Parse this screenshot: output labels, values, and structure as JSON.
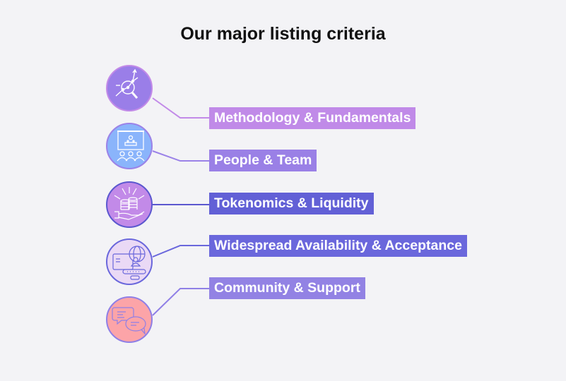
{
  "title": "Our major listing criteria",
  "criteria": [
    {
      "label": "Methodology & Fundamentals",
      "icon": "analysis-magnifier-icon",
      "label_color": "#c08ae8",
      "circle_fill": "#9a7ee8",
      "circle_border": "#c28ae8"
    },
    {
      "label": "People & Team",
      "icon": "presentation-audience-icon",
      "label_color": "#9a80e6",
      "circle_fill": "#8ab4fb",
      "circle_border": "#9b82e8"
    },
    {
      "label": "Tokenomics & Liquidity",
      "icon": "coins-hand-icon",
      "label_color": "#6260d6",
      "circle_fill": "#c28ae8",
      "circle_border": "#5b57cf"
    },
    {
      "label": "Widespread Availability & Acceptance",
      "icon": "global-login-card-icon",
      "label_color": "#6a67dc",
      "circle_fill": "#ead9f5",
      "circle_border": "#6a67dc"
    },
    {
      "label": "Community & Support",
      "icon": "chat-bubbles-icon",
      "label_color": "#9282e4",
      "circle_fill": "#fca4a8",
      "circle_border": "#8f7fe6"
    }
  ]
}
